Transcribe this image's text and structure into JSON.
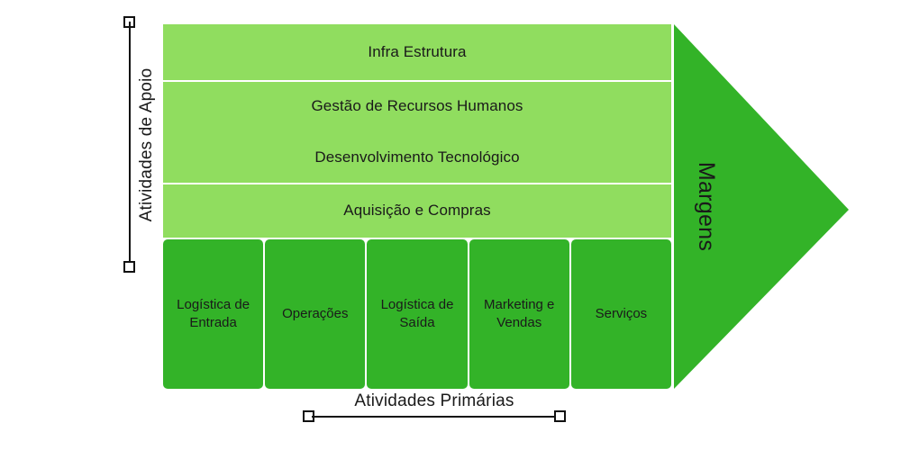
{
  "diagram": {
    "type": "porters-value-chain",
    "language": "pt-BR",
    "colors": {
      "support_fill": "#90dd5f",
      "primary_fill": "#33b328",
      "margin_fill": "#33b328",
      "text": "#1a1a1a",
      "axis_line": "#111111",
      "background": "#ffffff"
    }
  },
  "support_activities": {
    "axis_label": "Atividades de Apoio",
    "rows": [
      {
        "label": "Infra Estrutura"
      },
      {
        "label": "Gestão de Recursos Humanos"
      },
      {
        "label": "Desenvolvimento Tecnológico"
      },
      {
        "label": "Aquisição e Compras"
      }
    ]
  },
  "primary_activities": {
    "axis_label": "Atividades Primárias",
    "boxes": [
      {
        "label": "Logística de Entrada"
      },
      {
        "label": "Operações"
      },
      {
        "label": "Logística de Saída"
      },
      {
        "label": "Marketing e Vendas"
      },
      {
        "label": "Serviços"
      }
    ]
  },
  "margin": {
    "label": "Margens"
  }
}
